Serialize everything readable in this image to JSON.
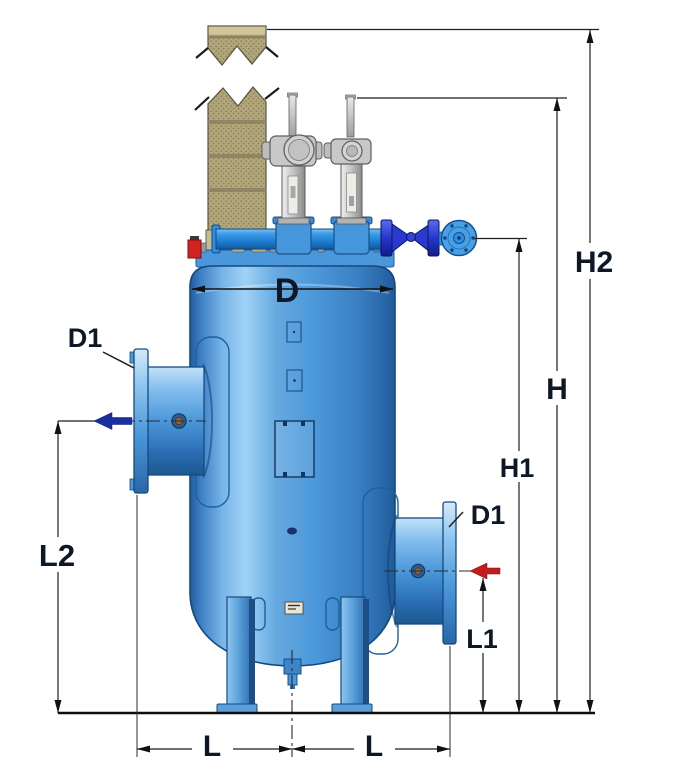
{
  "labels": {
    "h2": "H2",
    "h": "H",
    "h1": "H1",
    "d": "D",
    "d1_left": "D1",
    "d1_right": "D1",
    "l2": "L2",
    "l1": "L1",
    "l_left": "L",
    "l_right": "L"
  },
  "colors": {
    "vessel_blue": "#4a97d9",
    "pipe_blue": "#1f7fd4",
    "valve_dark_blue": "#2a3ad0",
    "filter_mesh_tan": "#b2a77a",
    "steel_gray": "#c8c8c8",
    "inlet_arrow_red": "#c41c1c",
    "outlet_arrow_navy": "#1c2f9e",
    "dimension_line": "#1a1a1a",
    "background": "#ffffff"
  }
}
